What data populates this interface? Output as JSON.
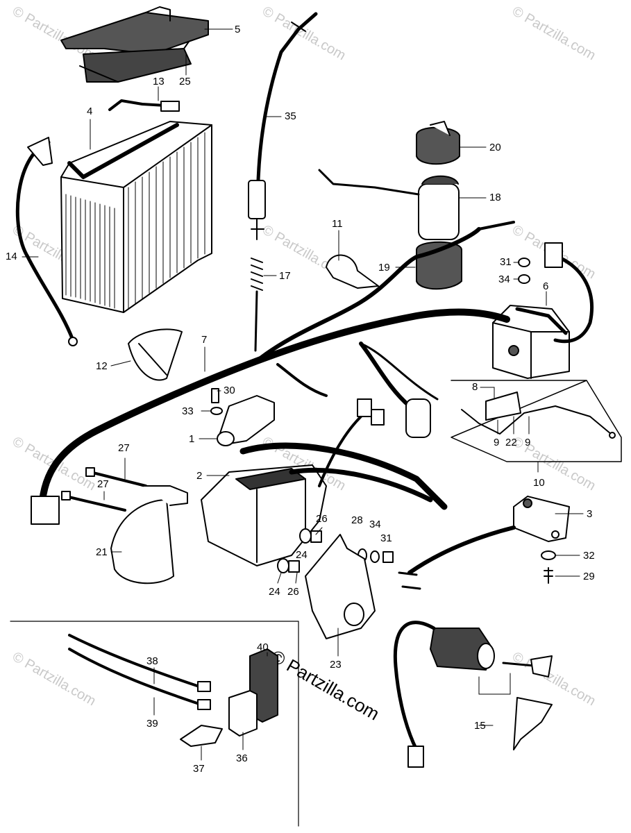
{
  "watermark": "© Partzilla.com",
  "callouts": [
    {
      "id": "c5",
      "text": "5"
    },
    {
      "id": "c25",
      "text": "25"
    },
    {
      "id": "c13",
      "text": "13"
    },
    {
      "id": "c4",
      "text": "4"
    },
    {
      "id": "c35",
      "text": "35"
    },
    {
      "id": "c20",
      "text": "20"
    },
    {
      "id": "c18",
      "text": "18"
    },
    {
      "id": "c11",
      "text": "11"
    },
    {
      "id": "c19",
      "text": "19"
    },
    {
      "id": "c14",
      "text": "14"
    },
    {
      "id": "c17",
      "text": "17"
    },
    {
      "id": "c31a",
      "text": "31"
    },
    {
      "id": "c34a",
      "text": "34"
    },
    {
      "id": "c6",
      "text": "6"
    },
    {
      "id": "c7",
      "text": "7"
    },
    {
      "id": "c12",
      "text": "12"
    },
    {
      "id": "c30",
      "text": "30"
    },
    {
      "id": "c33",
      "text": "33"
    },
    {
      "id": "c8",
      "text": "8"
    },
    {
      "id": "c9a",
      "text": "9"
    },
    {
      "id": "c22",
      "text": "22"
    },
    {
      "id": "c9b",
      "text": "9"
    },
    {
      "id": "c1",
      "text": "1"
    },
    {
      "id": "c27a",
      "text": "27"
    },
    {
      "id": "c2",
      "text": "2"
    },
    {
      "id": "c10",
      "text": "10"
    },
    {
      "id": "c27b",
      "text": "27"
    },
    {
      "id": "c3",
      "text": "3"
    },
    {
      "id": "c26a",
      "text": "26"
    },
    {
      "id": "c28",
      "text": "28"
    },
    {
      "id": "c34b",
      "text": "34"
    },
    {
      "id": "c31b",
      "text": "31"
    },
    {
      "id": "c21",
      "text": "21"
    },
    {
      "id": "c24a",
      "text": "24"
    },
    {
      "id": "c32",
      "text": "32"
    },
    {
      "id": "c29",
      "text": "29"
    },
    {
      "id": "c24b",
      "text": "24"
    },
    {
      "id": "c26b",
      "text": "26"
    },
    {
      "id": "c23",
      "text": "23"
    },
    {
      "id": "c40",
      "text": "40"
    },
    {
      "id": "c38",
      "text": "38"
    },
    {
      "id": "c39",
      "text": "39"
    },
    {
      "id": "c15",
      "text": "15"
    },
    {
      "id": "c36",
      "text": "36"
    },
    {
      "id": "c37",
      "text": "37"
    }
  ]
}
